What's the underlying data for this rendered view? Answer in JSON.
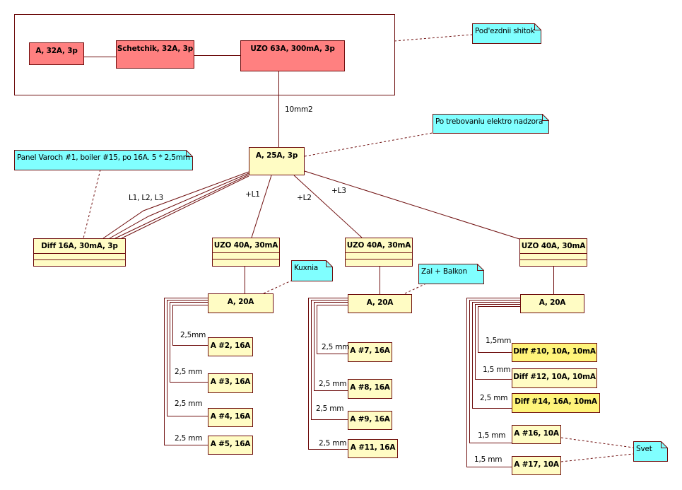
{
  "diagram": {
    "package": {
      "breaker": "A, 32A, 3p",
      "meter": "Schetchik, 32A, 3p",
      "rcd": "UZO 63A, 300mA, 3p"
    },
    "main_breaker": "A, 25A, 3p",
    "diff_3p": "Diff 16A, 30mA, 3p",
    "wire_labels": {
      "feeder": "10mm2",
      "three_phase": "L1, L2, L3",
      "l1": "+L1",
      "l2": "+L2",
      "l3": "+L3"
    },
    "notes": {
      "entrance_panel": "Pod'ezdnii shitok",
      "supervision": "Po trebovaniu elektro nadzora",
      "stove_boiler": "Panel Varoch #1, boiler #15, po 16A. 5 * 2,5mm",
      "kitchen": "Kuxnia",
      "hall_balcony": "Zal + Balkon",
      "lighting": "Svet"
    },
    "groups": [
      {
        "rcd": "UZO 40A, 30mA",
        "breaker": "A, 20A",
        "circuits": [
          {
            "label": "A #2, 16A",
            "wire": "2,5mm",
            "selected": false
          },
          {
            "label": "A #3, 16A",
            "wire": "2,5 mm",
            "selected": false
          },
          {
            "label": "A #4, 16A",
            "wire": "2,5 mm",
            "selected": false
          },
          {
            "label": "A #5, 16A",
            "wire": "2,5 mm",
            "selected": false
          }
        ]
      },
      {
        "rcd": "UZO 40A, 30mA",
        "breaker": "A, 20A",
        "circuits": [
          {
            "label": "A #7, 16A",
            "wire": "2,5 mm",
            "selected": false
          },
          {
            "label": "A #8, 16A",
            "wire": "2,5 mm",
            "selected": false
          },
          {
            "label": "A #9, 16A",
            "wire": "2,5 mm",
            "selected": false
          },
          {
            "label": "A #11, 16A",
            "wire": "2,5 mm",
            "selected": false
          }
        ]
      },
      {
        "rcd": "UZO 40A, 30mA",
        "breaker": "A, 20A",
        "circuits": [
          {
            "label": "Diff #10, 10A, 10mA",
            "wire": "1,5mm",
            "selected": true
          },
          {
            "label": "Diff #12, 10A, 10mA",
            "wire": "1,5 mm",
            "selected": false
          },
          {
            "label": "Diff #14, 16A, 10mA",
            "wire": "2,5 mm",
            "selected": true
          },
          {
            "label": "A #16, 10A",
            "wire": "1,5 mm",
            "selected": false
          },
          {
            "label": "A #17, 10A",
            "wire": "1,5 mm",
            "selected": false
          }
        ]
      }
    ],
    "colors": {
      "line": "#6e0d0d",
      "package_fill": "#ff8080",
      "component_fill": "#fffcc4",
      "selected_fill": "#fff47a",
      "note_fill": "#80ffff"
    }
  }
}
